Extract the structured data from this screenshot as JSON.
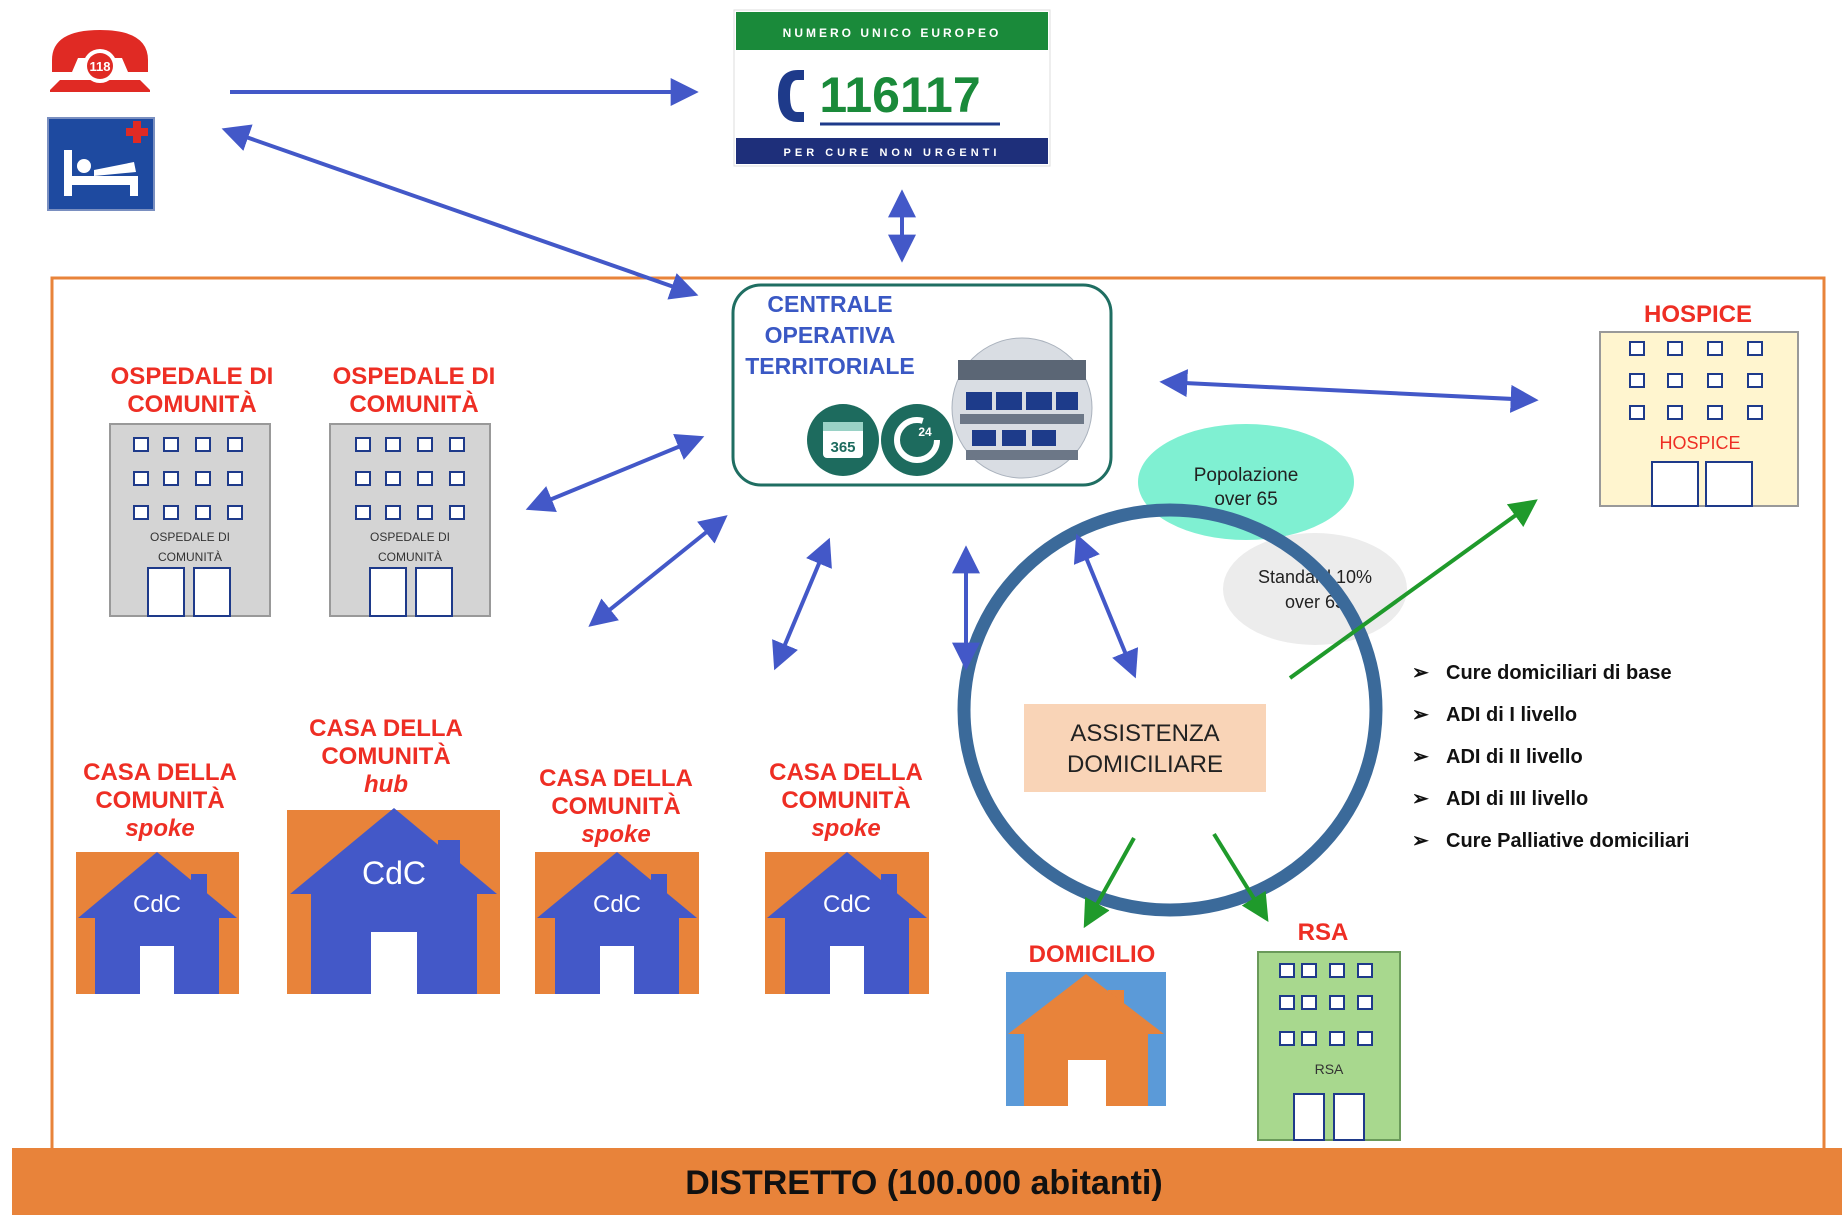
{
  "emergency": {
    "phone_number": "118"
  },
  "nue": {
    "top_banner": "NUMERO UNICO EUROPEO",
    "number": "116117",
    "bottom_banner": "PER CURE NON URGENTI"
  },
  "cot": {
    "line1": "CENTRALE",
    "line2": "OPERATIVA",
    "line3": "TERRITORIALE",
    "calendar_number": "365",
    "clock_number": "24"
  },
  "ospedale": [
    {
      "title_line1": "OSPEDALE DI",
      "title_line2": "COMUNITÀ",
      "sign_line1": "OSPEDALE DI",
      "sign_line2": "COMUNITÀ"
    },
    {
      "title_line1": "OSPEDALE DI",
      "title_line2": "COMUNITÀ",
      "sign_line1": "OSPEDALE DI",
      "sign_line2": "COMUNITÀ"
    }
  ],
  "case": [
    {
      "line1": "CASA DELLA",
      "line2": "COMUNITÀ",
      "type": "spoke",
      "label": "CdC"
    },
    {
      "line1": "CASA DELLA",
      "line2": "COMUNITÀ",
      "type": "hub",
      "label": "CdC"
    },
    {
      "line1": "CASA DELLA",
      "line2": "COMUNITÀ",
      "type": "spoke",
      "label": "CdC"
    },
    {
      "line1": "CASA DELLA",
      "line2": "COMUNITÀ",
      "type": "spoke",
      "label": "CdC"
    }
  ],
  "hospice": {
    "title": "HOSPICE",
    "sign": "HOSPICE"
  },
  "popolazione": {
    "line1": "Popolazione",
    "line2": "over 65"
  },
  "standard": {
    "line1": "Standard 10%",
    "line2": "over 65"
  },
  "assistenza": {
    "line1": "ASSISTENZA",
    "line2": "DOMICILIARE"
  },
  "services": [
    "Cure domiciliari di base",
    "ADI di I livello",
    "ADI di II livello",
    "ADI di III livello",
    "Cure Palliative domiciliari"
  ],
  "domicilio": {
    "title": "DOMICILIO"
  },
  "rsa": {
    "title": "RSA",
    "sign": "RSA"
  },
  "footer": {
    "label": "DISTRETTO (100.000 abitanti)"
  },
  "colors": {
    "orange": "#e8833a",
    "blue": "#4358c8",
    "red": "#ee2e24",
    "teal": "#1f6e62",
    "green": "#1f9a2b",
    "circle": "#3b6a9a"
  }
}
